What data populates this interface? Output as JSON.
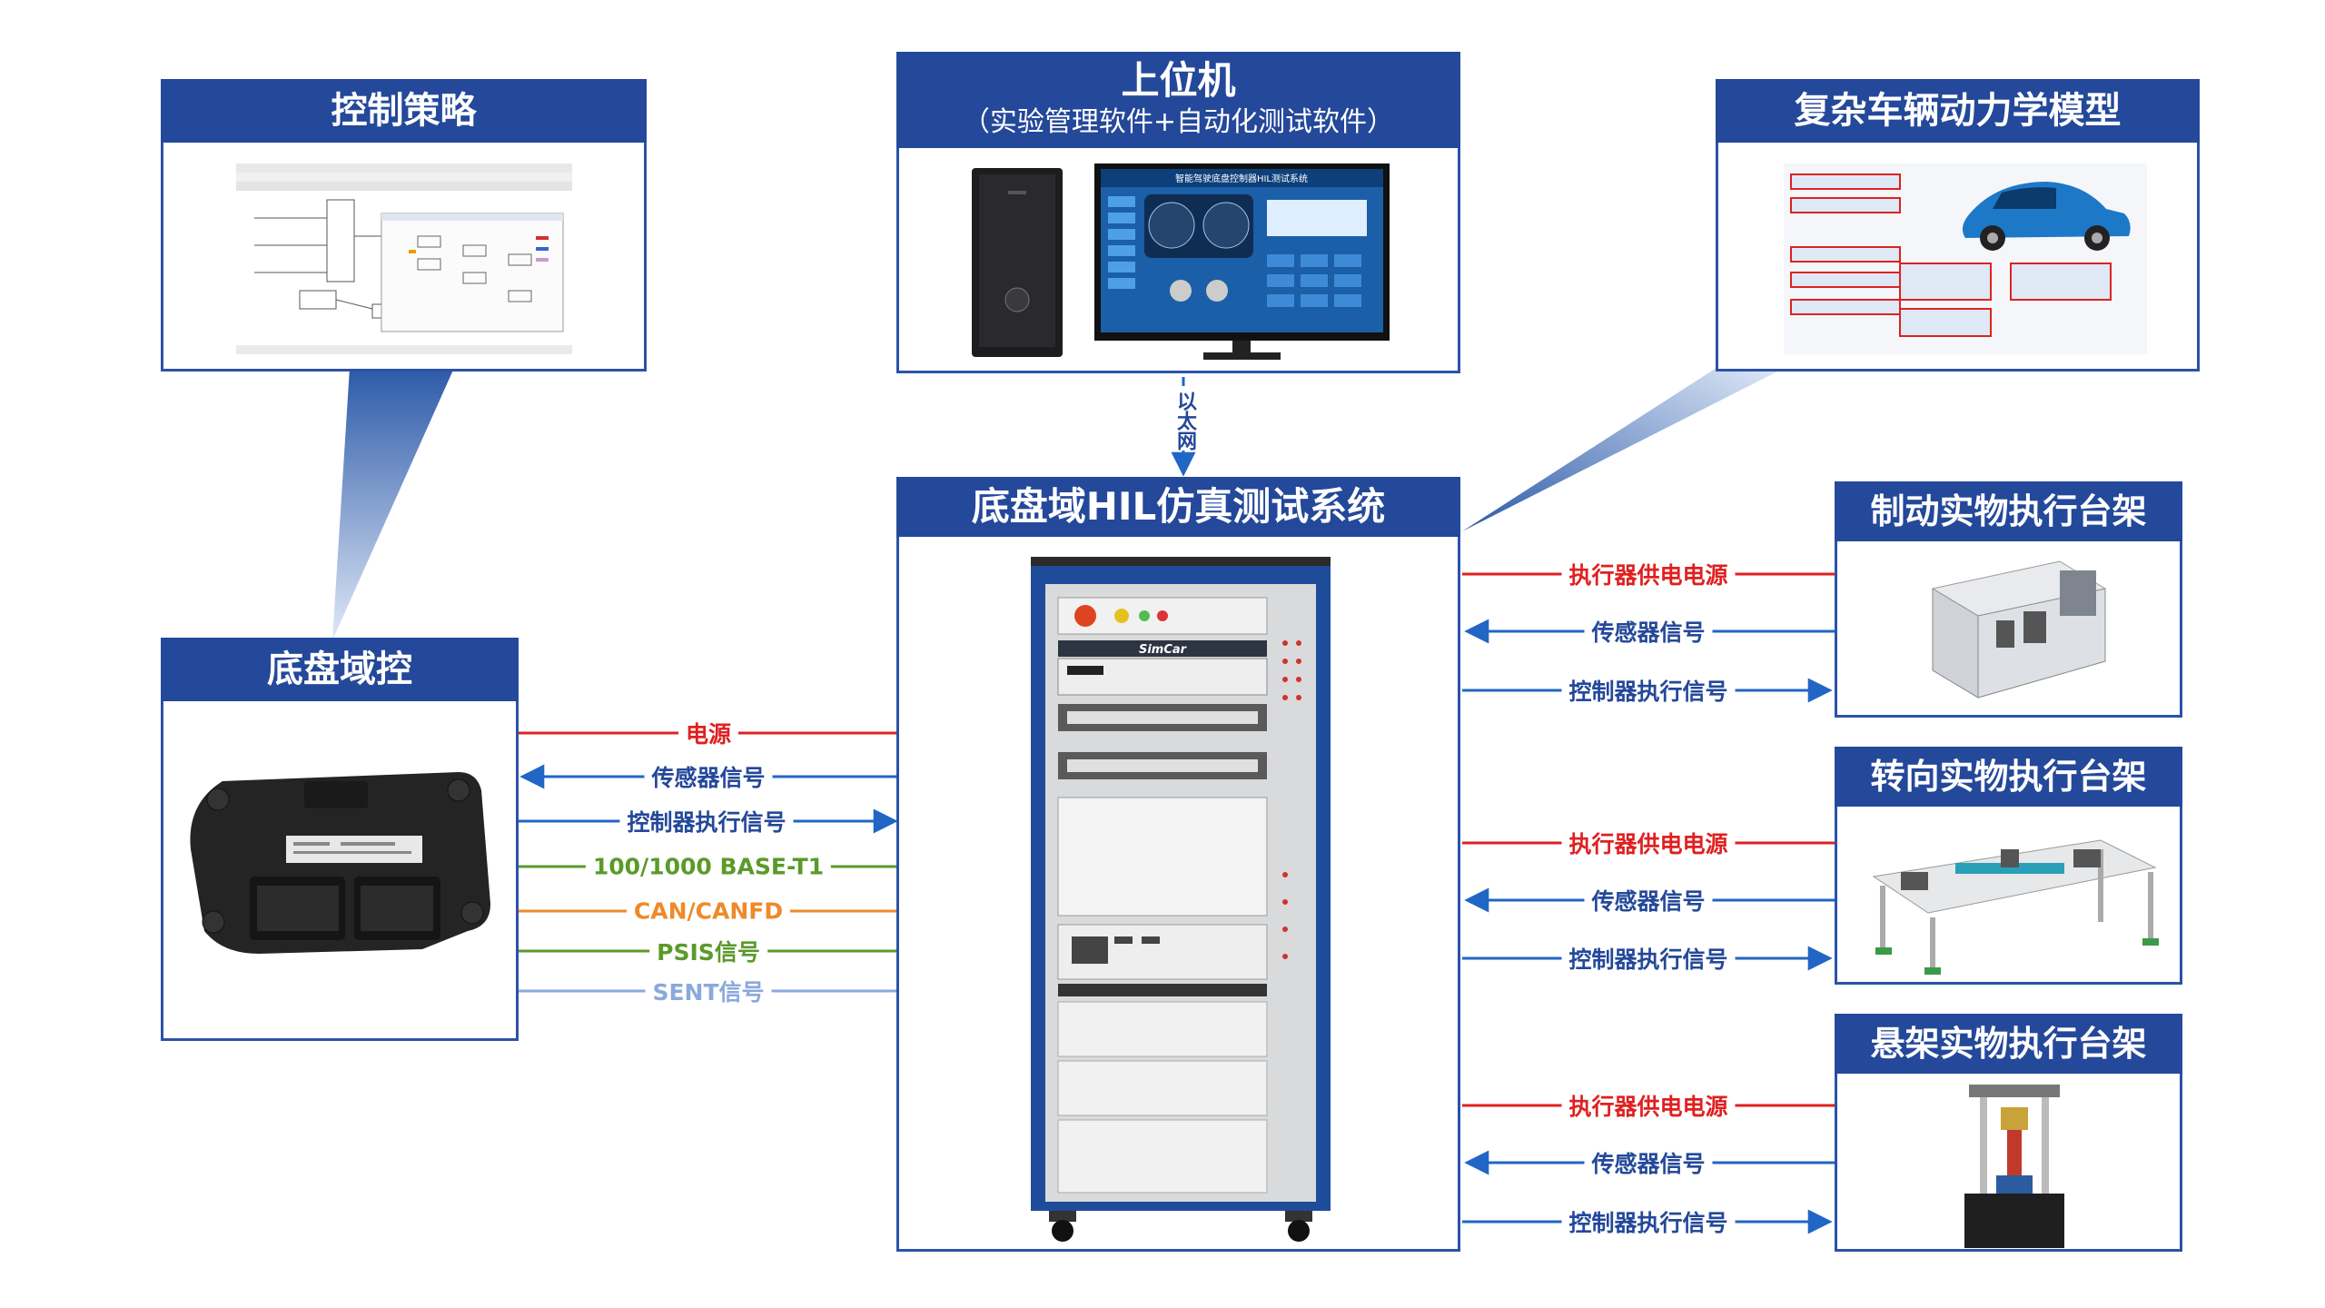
{
  "colors": {
    "header": "#24489a",
    "border": "#2a52a8",
    "power": "#e02020",
    "signal": "#2166c4",
    "ethernet": "#7ab03c",
    "can": "#ee8a2a",
    "sent": "#8aa9dc"
  },
  "boxes": {
    "strategy": {
      "title": "控制策略"
    },
    "host": {
      "title": "上位机",
      "subtitle": "（实验管理软件+自动化测试软件）"
    },
    "model": {
      "title": "复杂车辆动力学模型"
    },
    "hil": {
      "title": "底盘域HIL仿真测试系统"
    },
    "controller": {
      "title": "底盘域控"
    },
    "brake": {
      "title": "制动实物执行台架"
    },
    "steer": {
      "title": "转向实物执行台架"
    },
    "susp": {
      "title": "悬架实物执行台架"
    }
  },
  "ethernet_label": "以太网",
  "monitor_title": "智能驾驶底盘控制器HIL测试系统",
  "rack_brand": "SimCar",
  "controller_links": {
    "power": "电源",
    "sensor": "传感器信号",
    "actuator": "控制器执行信号",
    "ethernet": "100/1000 BASE-T1",
    "can": "CAN/CANFD",
    "psis": "PSIS信号",
    "sent": "SENT信号"
  },
  "rig_links": {
    "power": "执行器供电电源",
    "sensor": "传感器信号",
    "actuator": "控制器执行信号"
  }
}
